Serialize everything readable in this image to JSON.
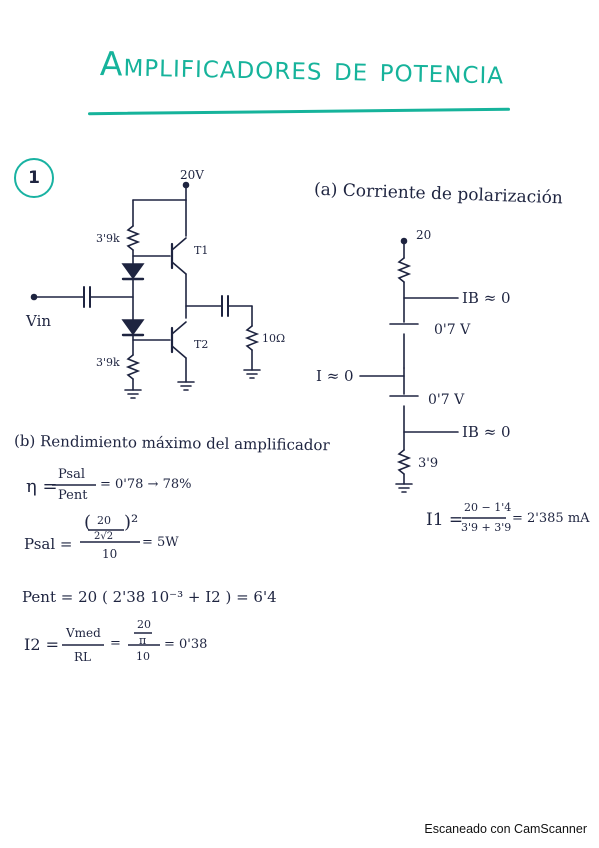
{
  "title": "Amplificadores de potencia",
  "exercise_number": "1",
  "circuit": {
    "vcc": "20V",
    "r_top": "3'9k",
    "r_bottom": "3'9k",
    "t1": "T1",
    "t2": "T2",
    "load": "10Ω",
    "input": "Vin"
  },
  "part_a": {
    "heading": "(a) Corriente de polarización",
    "supply": "20",
    "ib_top": "IB ≈ 0",
    "vbe_1": "0'7 V",
    "i_approx": "I ≈ 0",
    "vbe_2": "0'7 V",
    "ib_bottom": "IB ≈ 0",
    "r_bottom": "3'9",
    "i1_label": "I1 =",
    "i1_num": "20 − 1'4",
    "i1_den": "3'9 + 3'9",
    "i1_result": "= 2'385 mA"
  },
  "part_b": {
    "heading": "(b) Rendimiento máximo del amplificador",
    "eta_label": "η =",
    "eta_num": "Psal",
    "eta_den": "Pent",
    "eta_result": "= 0'78 → 78%",
    "psal_label": "Psal =",
    "psal_inner_num": "20",
    "psal_inner_den": "2√2",
    "psal_den": "10",
    "psal_result": "= 5W",
    "pent_line": "Pent = 20 ( 2'38 10⁻³ + I2 ) = 6'4",
    "i2_label": "I2 =",
    "i2_num": "Vmed",
    "i2_den": "RL",
    "i2_eq": "=",
    "i2_inner_num": "20",
    "i2_inner_den": "π",
    "i2_den2": "10",
    "i2_result": "= 0'38"
  },
  "footer": "Escaneado con CamScanner"
}
